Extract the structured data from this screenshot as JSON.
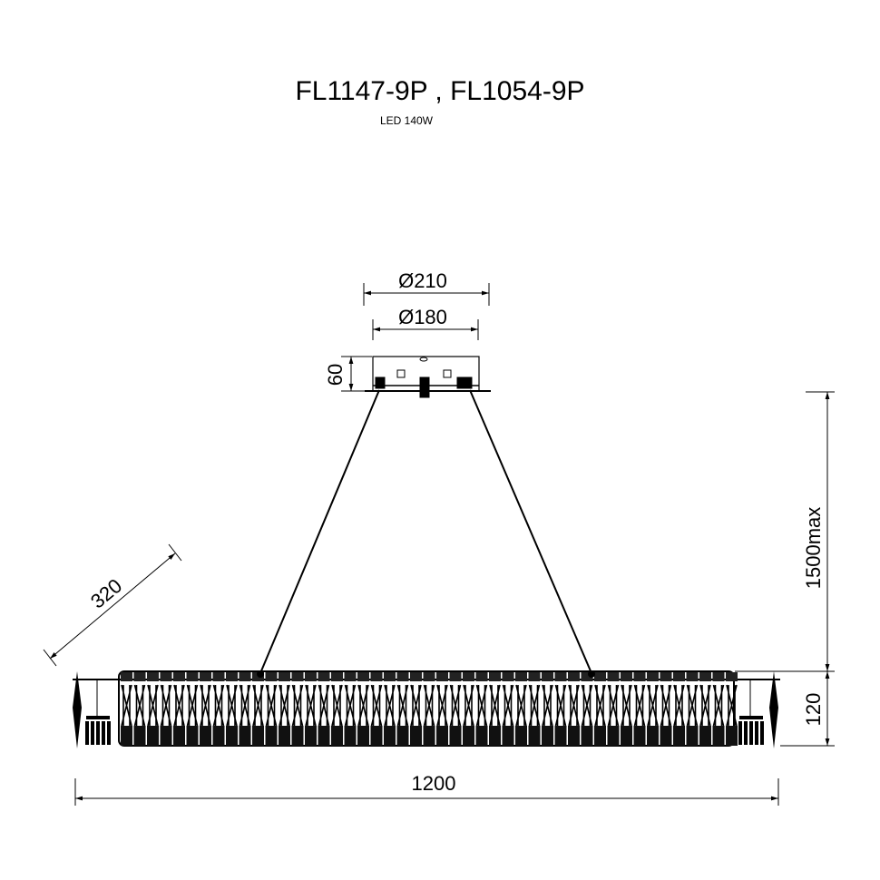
{
  "title": "FL1147-9P , FL1054-9P",
  "subtitle": "LED 140W",
  "dimensions": {
    "canopy_outer": "Ø210",
    "canopy_inner": "Ø180",
    "canopy_height": "60",
    "suspension": "1500max",
    "body_height": "120",
    "length": "1200",
    "depth": "320"
  },
  "colors": {
    "line": "#000000",
    "background": "#ffffff"
  }
}
